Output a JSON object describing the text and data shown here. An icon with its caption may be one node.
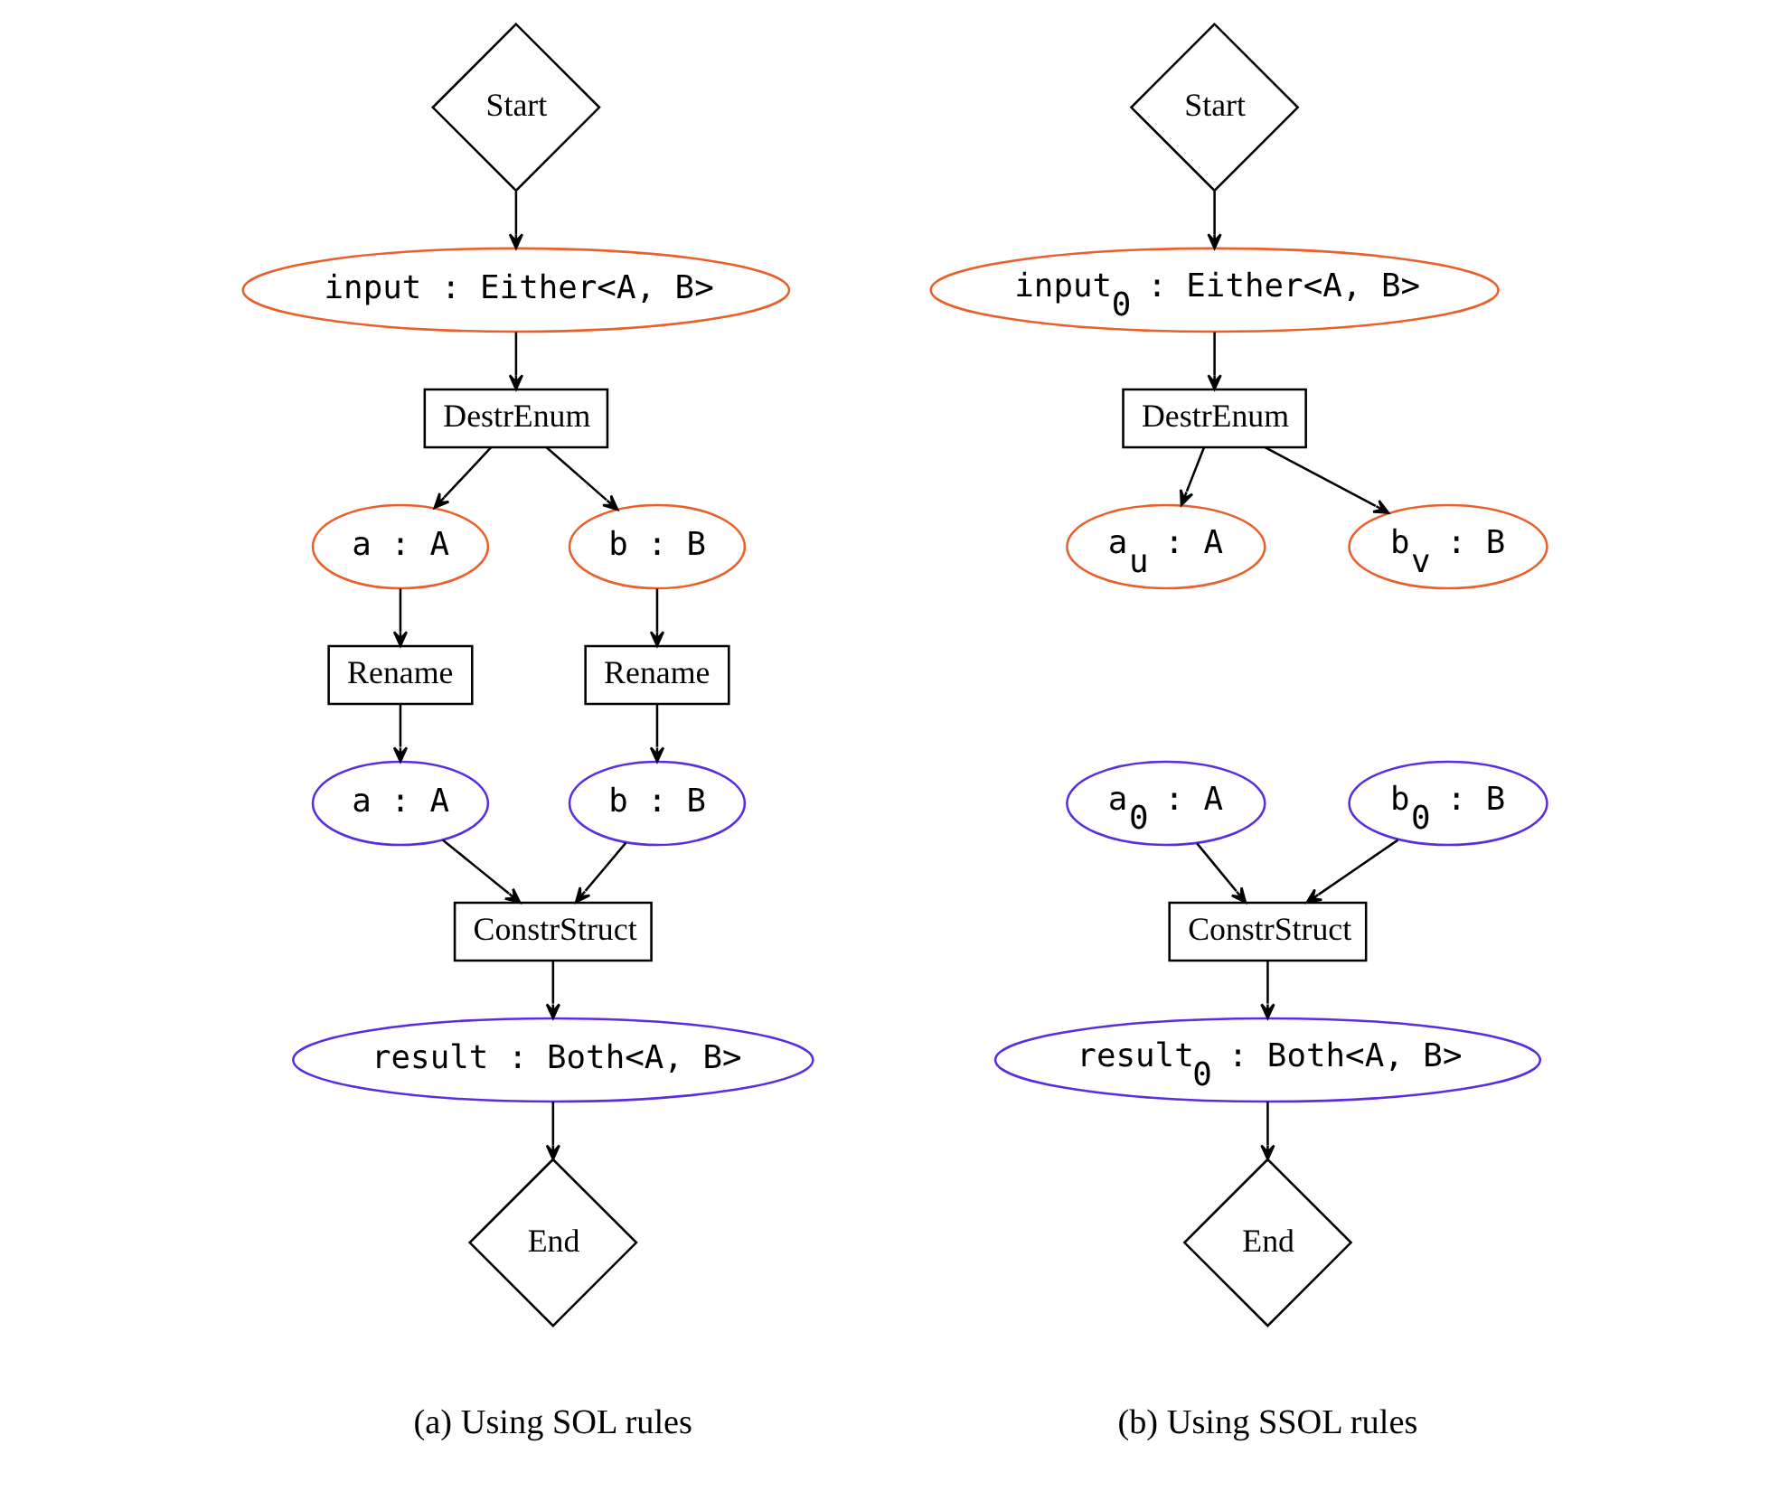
{
  "diagram": {
    "nodes": [
      {
        "text": [
          "Start"
        ]
      },
      {
        "text": [
          "input : Either<A, B>"
        ]
      },
      {
        "text": [
          "DestrEnum"
        ]
      },
      {
        "text": [
          "a : A"
        ]
      },
      {
        "text": [
          "b : B"
        ]
      },
      {
        "text": [
          "Rename"
        ]
      },
      {
        "text": [
          "Rename"
        ]
      },
      {
        "text": [
          "a : A"
        ]
      },
      {
        "text": [
          "b : B"
        ]
      },
      {
        "text": [
          "ConstrStruct"
        ]
      },
      {
        "text": [
          "result : Both<A, B>"
        ]
      },
      {
        "text": [
          "End"
        ]
      },
      {
        "text": [
          "Start"
        ]
      },
      {
        "text": [
          "input$_{0}$ : Either<A, B>"
        ]
      },
      {
        "text": [
          "DestrEnum"
        ]
      },
      {
        "text": [
          "a$_{u}$ : A"
        ]
      },
      {
        "text": [
          "b$_{v}$ : B"
        ]
      },
      {
        "text": [
          "a$_{0}$ : A"
        ]
      },
      {
        "text": [
          "b$_{0}$ : B"
        ]
      },
      {
        "text": [
          "ConstrStruct"
        ]
      },
      {
        "text": [
          "result$_{0}$ : Both<A, B>"
        ]
      },
      {
        "text": [
          "End"
        ]
      }
    ],
    "edges": [
      {
        "from": 0,
        "to": 1,
        "arrow": "to"
      },
      {
        "from": 1,
        "to": 2,
        "arrow": "to"
      },
      {
        "from": 2,
        "to": 3,
        "arrow": "to"
      },
      {
        "from": 2,
        "to": 4,
        "arrow": "to"
      },
      {
        "from": 3,
        "to": 5,
        "arrow": "to"
      },
      {
        "from": 4,
        "to": 6,
        "arrow": "to"
      },
      {
        "from": 5,
        "to": 7,
        "arrow": "to"
      },
      {
        "from": 6,
        "to": 8,
        "arrow": "to"
      },
      {
        "from": 7,
        "to": 9,
        "arrow": "to"
      },
      {
        "from": 8,
        "to": 9,
        "arrow": "to"
      },
      {
        "from": 9,
        "to": 10,
        "arrow": "to"
      },
      {
        "from": 10,
        "to": 11,
        "arrow": "to"
      },
      {
        "from": 12,
        "to": 13,
        "arrow": "to"
      },
      {
        "from": 13,
        "to": 14,
        "arrow": "to"
      },
      {
        "from": 14,
        "to": 15,
        "arrow": "to"
      },
      {
        "from": 14,
        "to": 16,
        "arrow": "to"
      },
      {
        "from": 17,
        "to": 19,
        "arrow": "to"
      },
      {
        "from": 18,
        "to": 19,
        "arrow": "to"
      },
      {
        "from": 19,
        "to": 20,
        "arrow": "to"
      },
      {
        "from": 20,
        "to": 21,
        "arrow": "to"
      }
    ],
    "labels": [
      "(a) Using SOL rules",
      "(b) Using SSOL rules"
    ]
  }
}
